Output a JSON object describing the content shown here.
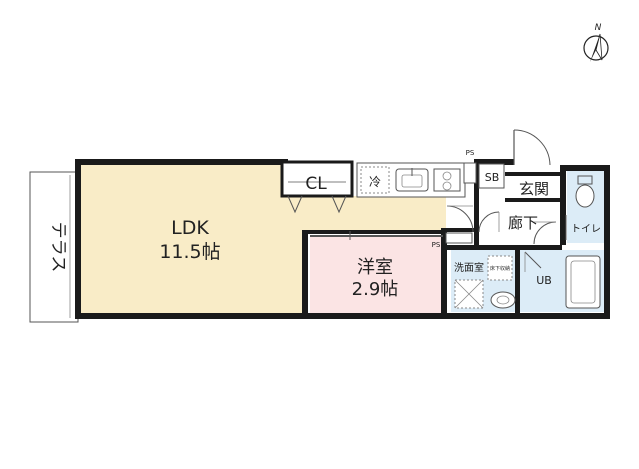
{
  "compass": {
    "label": "N",
    "icon": "north-arrow-icon"
  },
  "rooms": {
    "terrace": {
      "label": "テラス"
    },
    "ldk": {
      "label": "LDK",
      "size": "11.5帖"
    },
    "closet": {
      "label": "CL"
    },
    "western_room": {
      "label": "洋室",
      "size": "2.9帖"
    },
    "shoe_box": {
      "label": "SB"
    },
    "entrance": {
      "label": "玄関"
    },
    "hallway": {
      "label": "廊下"
    },
    "toilet": {
      "label": "トイレ"
    },
    "washroom": {
      "label": "洗面室"
    },
    "floor_storage": {
      "label": "床下収納"
    },
    "unit_bath": {
      "label": "UB"
    }
  },
  "fixtures": {
    "fridge": {
      "label": "冷",
      "icon": "refrigerator-icon"
    },
    "washer": {
      "icon": "washing-machine-icon"
    },
    "sink": {
      "icon": "kitchen-sink-icon"
    },
    "stove": {
      "icon": "gas-stove-icon"
    },
    "basin": {
      "icon": "wash-basin-icon"
    },
    "ps_top": {
      "label": "PS"
    },
    "ps_mid": {
      "label": "PS"
    }
  },
  "colors": {
    "ldk_fill": "#f9ecc7",
    "western_fill": "#fbe4e4",
    "wet_fill": "#dcecf7",
    "wall": "#1a1a1a"
  }
}
